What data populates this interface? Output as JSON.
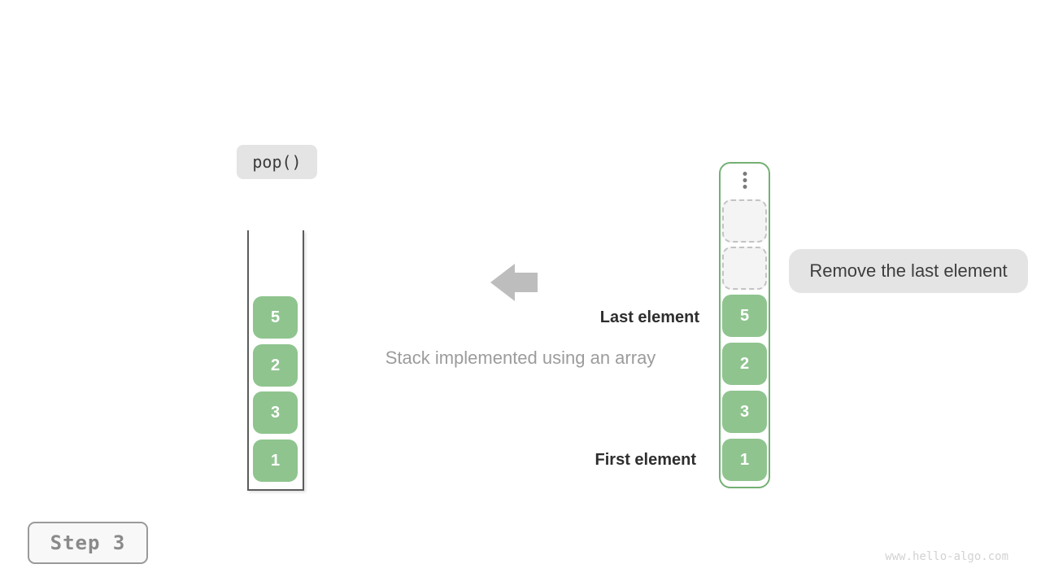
{
  "operation": {
    "label": "pop()"
  },
  "left_stack": {
    "items": [
      "5",
      "2",
      "3",
      "1"
    ]
  },
  "right_stack": {
    "items": [
      "5",
      "2",
      "3",
      "1"
    ],
    "empty_slot_count": 2,
    "top_icon": "vertical-ellipsis-icon"
  },
  "labels": {
    "last_element": "Last element",
    "first_element": "First element",
    "caption": "Stack implemented using an array",
    "tooltip": "Remove the last element"
  },
  "step_badge": {
    "label": "Step 3"
  },
  "watermark": {
    "text": "www.hello-algo.com"
  },
  "palette": {
    "element_fill": "#8fc48f",
    "stack_outline": "#74b074",
    "pill_background": "#e4e4e4",
    "arrow_color": "#bdbdbd",
    "bold_text": "#2e2e2e",
    "caption_text": "#9c9c9c",
    "step_text": "#8a8a8a"
  }
}
